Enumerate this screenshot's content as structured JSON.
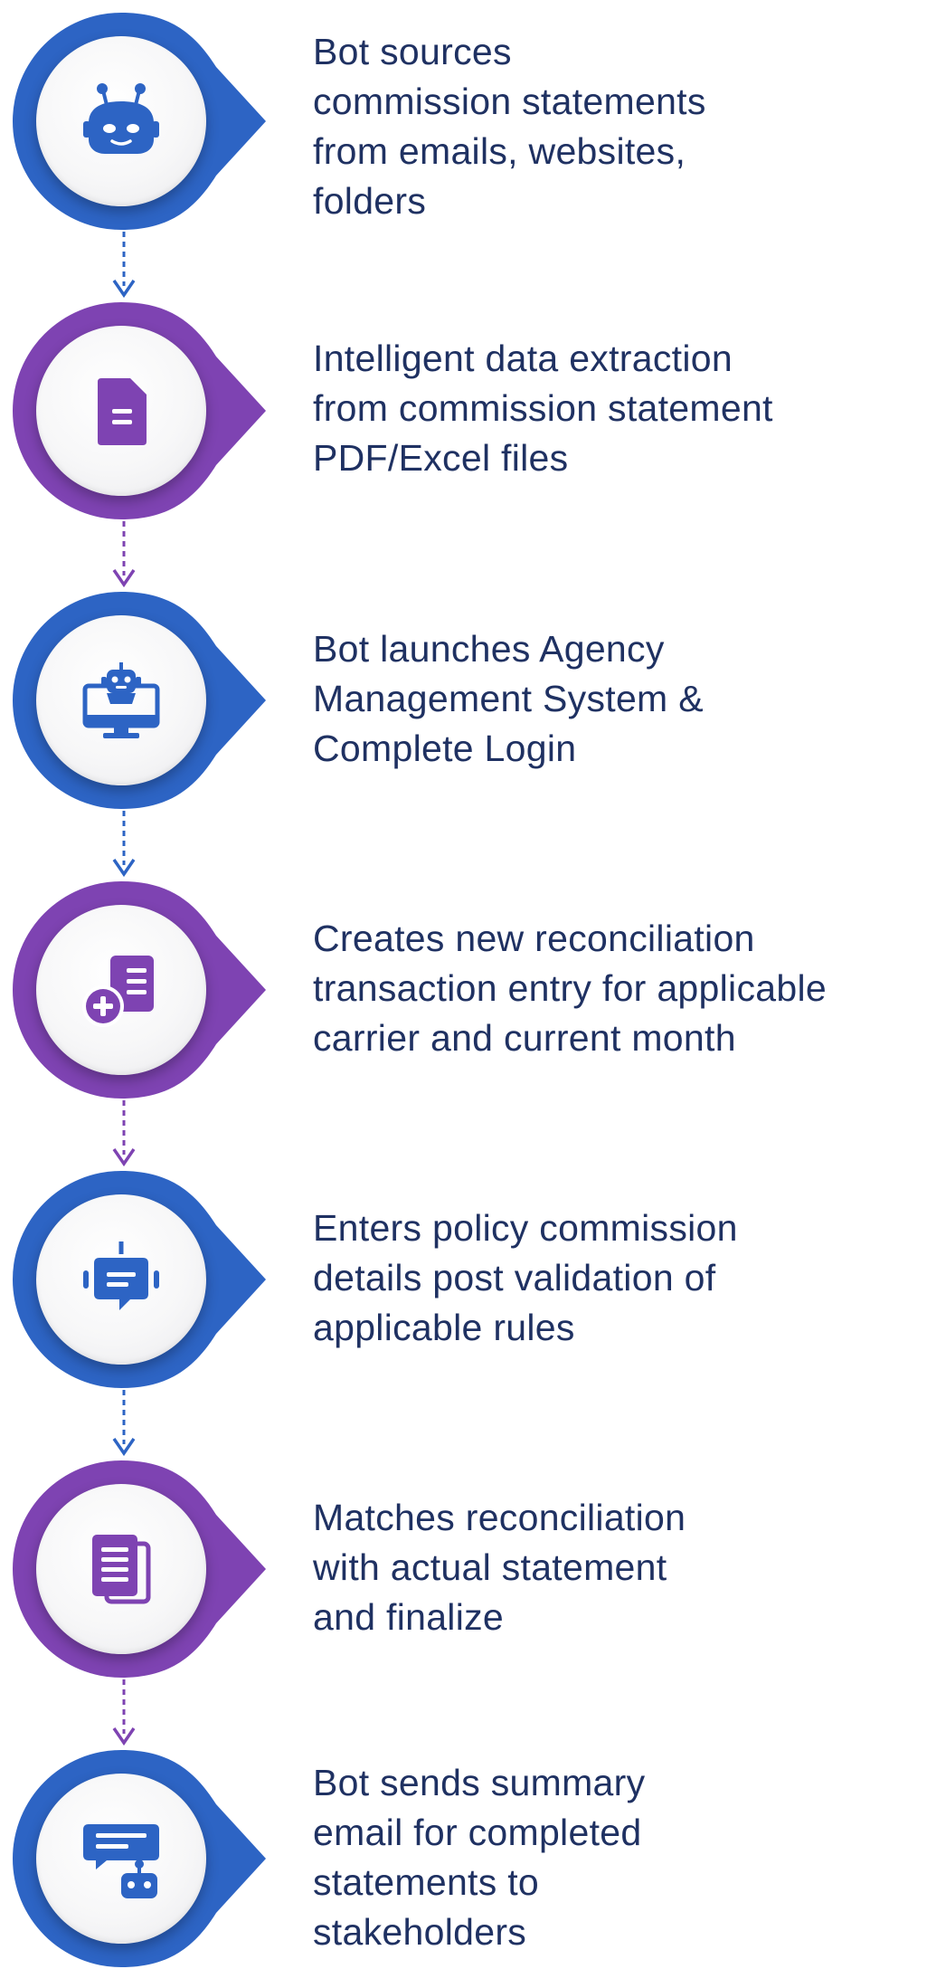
{
  "colors": {
    "blue": "#2d64c4",
    "purple": "#7e43b2",
    "text": "#1f3162"
  },
  "steps": [
    {
      "text": "Bot sources\ncommission statements\nfrom emails, websites,\nfolders",
      "icon": "robot-head-icon",
      "color": "blue"
    },
    {
      "text": "Intelligent data extraction\nfrom commission statement\nPDF/Excel files",
      "icon": "document-icon",
      "color": "purple"
    },
    {
      "text": "Bot launches Agency\nManagement System &\nComplete Login",
      "icon": "bot-computer-icon",
      "color": "blue"
    },
    {
      "text": "Creates new reconciliation\ntransaction entry for applicable\ncarrier and current month",
      "icon": "add-document-icon",
      "color": "purple"
    },
    {
      "text": "Enters policy commission\ndetails post validation of\napplicable rules",
      "icon": "chatbot-icon",
      "color": "blue"
    },
    {
      "text": "Matches reconciliation\nwith actual statement\nand finalize",
      "icon": "documents-stack-icon",
      "color": "purple"
    },
    {
      "text": "Bot sends summary\nemail for completed\nstatements to\nstakeholders",
      "icon": "bot-message-icon",
      "color": "blue"
    }
  ]
}
